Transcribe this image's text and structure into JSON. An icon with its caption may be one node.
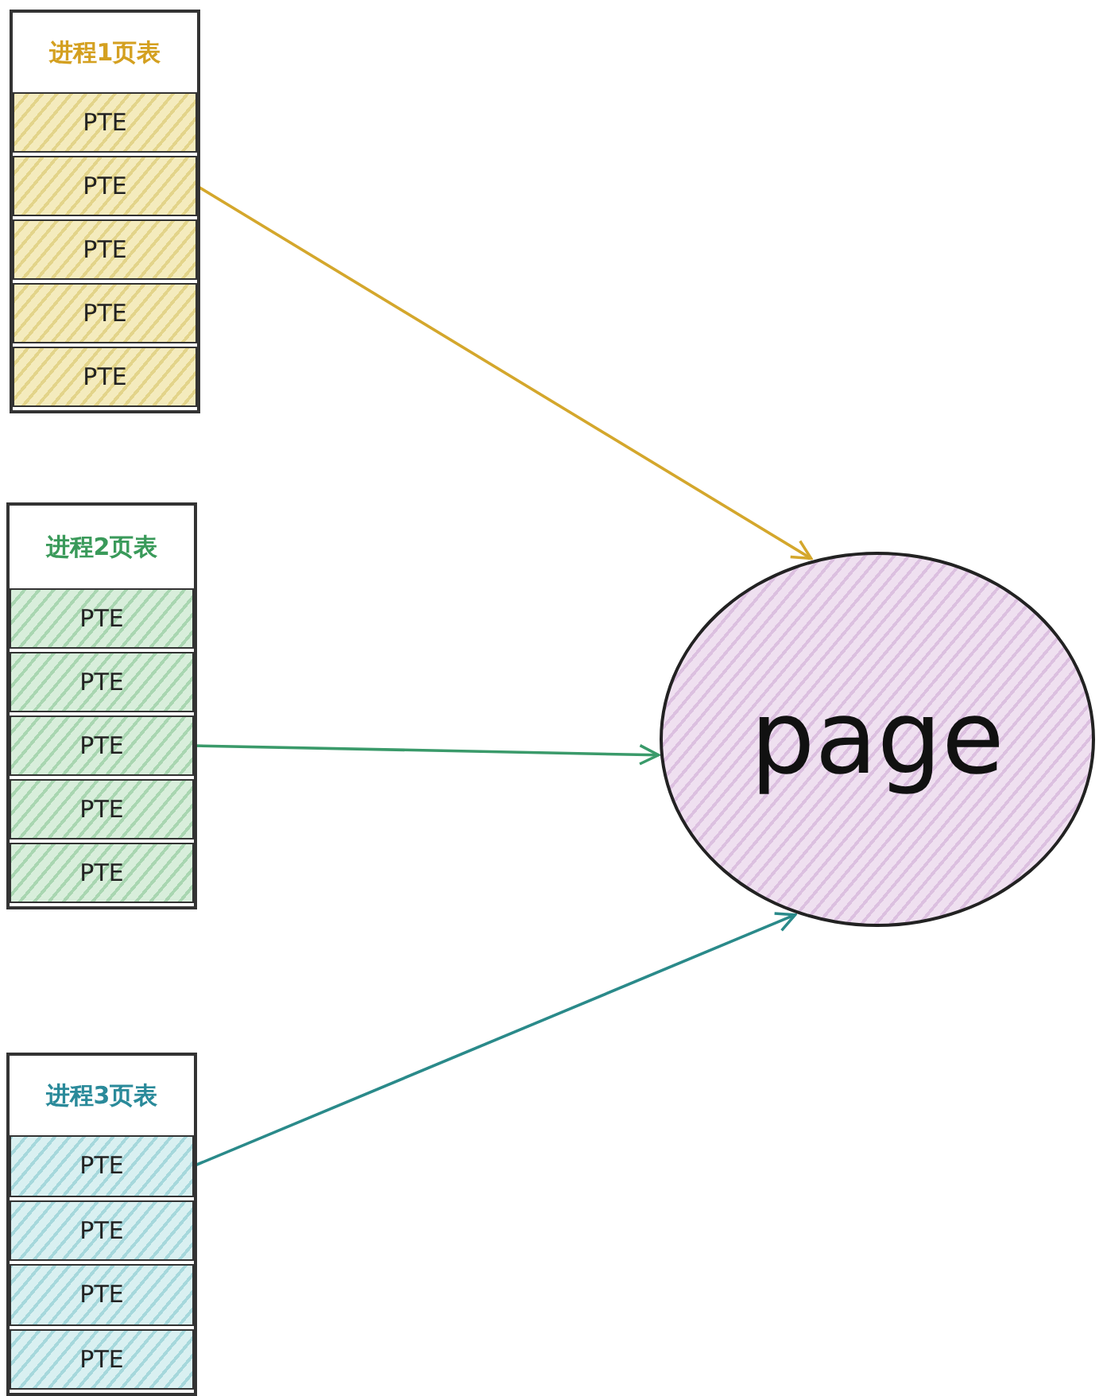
{
  "diagram": {
    "nodes": [
      {
        "text": [
          "进程1页表"
        ]
      },
      {
        "text": [
          "PTE"
        ],
        "in": 0
      },
      {
        "text": [
          "PTE"
        ],
        "in": 0
      },
      {
        "text": [
          "PTE"
        ],
        "in": 0
      },
      {
        "text": [
          "PTE"
        ],
        "in": 0
      },
      {
        "text": [
          "PTE"
        ],
        "in": 0
      },
      {
        "text": [
          "进程2页表"
        ]
      },
      {
        "text": [
          "PTE"
        ],
        "in": 6
      },
      {
        "text": [
          "PTE"
        ],
        "in": 6
      },
      {
        "text": [
          "PTE"
        ],
        "in": 6
      },
      {
        "text": [
          "PTE"
        ],
        "in": 6
      },
      {
        "text": [
          "PTE"
        ],
        "in": 6
      },
      {
        "text": [
          "进程3页表"
        ]
      },
      {
        "text": [
          "PTE"
        ],
        "in": 12
      },
      {
        "text": [
          "PTE"
        ],
        "in": 12
      },
      {
        "text": [
          "PTE"
        ],
        "in": 12
      },
      {
        "text": [
          "PTE"
        ],
        "in": 12
      },
      {
        "text": [
          "page"
        ]
      }
    ],
    "edges": [
      {
        "from": 2,
        "to": 17,
        "arrow": "to",
        "color": "#d4a72c"
      },
      {
        "from": 9,
        "to": 17,
        "arrow": "to",
        "color": "#3a9a6a"
      },
      {
        "from": 13,
        "to": 17,
        "arrow": "to",
        "color": "#2a8a8a"
      }
    ]
  }
}
